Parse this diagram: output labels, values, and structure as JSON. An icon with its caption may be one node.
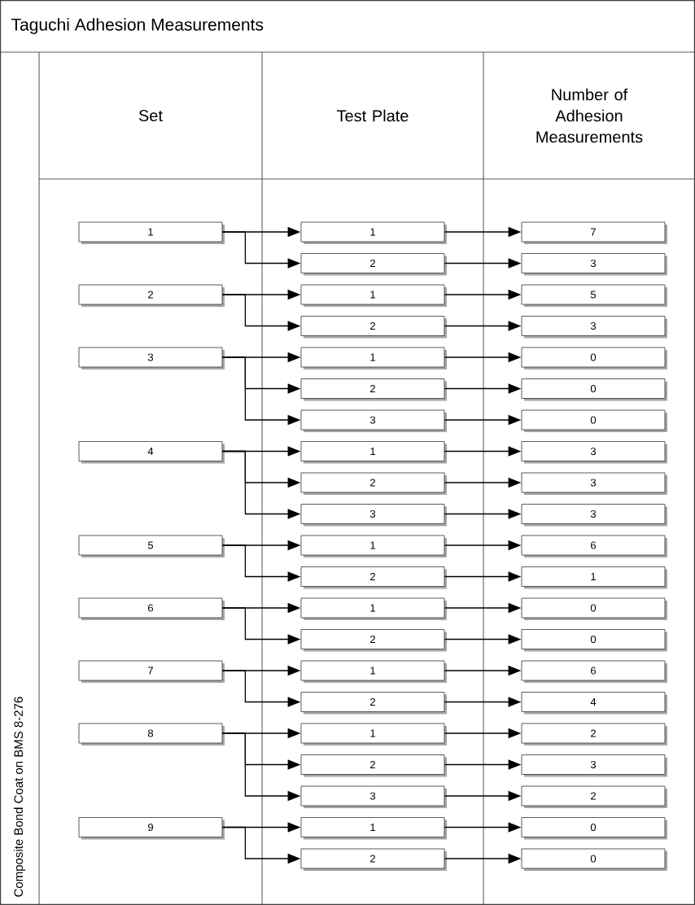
{
  "diagram": {
    "title": "Taguchi Adhesion Measurements",
    "nodes": [
      {
        "text": [
          "1"
        ]
      },
      {
        "text": [
          "2"
        ]
      },
      {
        "text": [
          "3"
        ]
      },
      {
        "text": [
          "4"
        ]
      },
      {
        "text": [
          "5"
        ]
      },
      {
        "text": [
          "6"
        ]
      },
      {
        "text": [
          "7"
        ]
      },
      {
        "text": [
          "8"
        ]
      },
      {
        "text": [
          "9"
        ]
      },
      {
        "text": [
          "1"
        ]
      },
      {
        "text": [
          "2"
        ]
      },
      {
        "text": [
          "1"
        ]
      },
      {
        "text": [
          "2"
        ]
      },
      {
        "text": [
          "1"
        ]
      },
      {
        "text": [
          "2"
        ]
      },
      {
        "text": [
          "3"
        ]
      },
      {
        "text": [
          "1"
        ]
      },
      {
        "text": [
          "2"
        ]
      },
      {
        "text": [
          "3"
        ]
      },
      {
        "text": [
          "1"
        ]
      },
      {
        "text": [
          "2"
        ]
      },
      {
        "text": [
          "1"
        ]
      },
      {
        "text": [
          "2"
        ]
      },
      {
        "text": [
          "1"
        ]
      },
      {
        "text": [
          "2"
        ]
      },
      {
        "text": [
          "1"
        ]
      },
      {
        "text": [
          "2"
        ]
      },
      {
        "text": [
          "3"
        ]
      },
      {
        "text": [
          "1"
        ]
      },
      {
        "text": [
          "2"
        ]
      },
      {
        "text": [
          "7"
        ]
      },
      {
        "text": [
          "3"
        ]
      },
      {
        "text": [
          "5"
        ]
      },
      {
        "text": [
          "3"
        ]
      },
      {
        "text": [
          "0"
        ]
      },
      {
        "text": [
          "0"
        ]
      },
      {
        "text": [
          "0"
        ]
      },
      {
        "text": [
          "3"
        ]
      },
      {
        "text": [
          "3"
        ]
      },
      {
        "text": [
          "3"
        ]
      },
      {
        "text": [
          "6"
        ]
      },
      {
        "text": [
          "1"
        ]
      },
      {
        "text": [
          "0"
        ]
      },
      {
        "text": [
          "0"
        ]
      },
      {
        "text": [
          "6"
        ]
      },
      {
        "text": [
          "4"
        ]
      },
      {
        "text": [
          "2"
        ]
      },
      {
        "text": [
          "3"
        ]
      },
      {
        "text": [
          "2"
        ]
      },
      {
        "text": [
          "0"
        ]
      },
      {
        "text": [
          "0"
        ]
      }
    ],
    "edges": [
      {
        "from": 0,
        "to": 9,
        "arrow": "to"
      },
      {
        "from": 0,
        "to": 10,
        "arrow": "to"
      },
      {
        "from": 1,
        "to": 11,
        "arrow": "to"
      },
      {
        "from": 1,
        "to": 12,
        "arrow": "to"
      },
      {
        "from": 2,
        "to": 13,
        "arrow": "to"
      },
      {
        "from": 2,
        "to": 14,
        "arrow": "to"
      },
      {
        "from": 2,
        "to": 15,
        "arrow": "to"
      },
      {
        "from": 3,
        "to": 16,
        "arrow": "to"
      },
      {
        "from": 3,
        "to": 17,
        "arrow": "to"
      },
      {
        "from": 3,
        "to": 18,
        "arrow": "to"
      },
      {
        "from": 4,
        "to": 19,
        "arrow": "to"
      },
      {
        "from": 4,
        "to": 20,
        "arrow": "to"
      },
      {
        "from": 5,
        "to": 21,
        "arrow": "to"
      },
      {
        "from": 5,
        "to": 22,
        "arrow": "to"
      },
      {
        "from": 6,
        "to": 23,
        "arrow": "to"
      },
      {
        "from": 6,
        "to": 24,
        "arrow": "to"
      },
      {
        "from": 7,
        "to": 25,
        "arrow": "to"
      },
      {
        "from": 7,
        "to": 26,
        "arrow": "to"
      },
      {
        "from": 7,
        "to": 27,
        "arrow": "to"
      },
      {
        "from": 8,
        "to": 28,
        "arrow": "to"
      },
      {
        "from": 8,
        "to": 29,
        "arrow": "to"
      },
      {
        "from": 9,
        "to": 30,
        "arrow": "to"
      },
      {
        "from": 10,
        "to": 31,
        "arrow": "to"
      },
      {
        "from": 11,
        "to": 32,
        "arrow": "to"
      },
      {
        "from": 12,
        "to": 33,
        "arrow": "to"
      },
      {
        "from": 13,
        "to": 34,
        "arrow": "to"
      },
      {
        "from": 14,
        "to": 35,
        "arrow": "to"
      },
      {
        "from": 15,
        "to": 36,
        "arrow": "to"
      },
      {
        "from": 16,
        "to": 37,
        "arrow": "to"
      },
      {
        "from": 17,
        "to": 38,
        "arrow": "to"
      },
      {
        "from": 18,
        "to": 39,
        "arrow": "to"
      },
      {
        "from": 19,
        "to": 40,
        "arrow": "to"
      },
      {
        "from": 20,
        "to": 41,
        "arrow": "to"
      },
      {
        "from": 21,
        "to": 42,
        "arrow": "to"
      },
      {
        "from": 22,
        "to": 43,
        "arrow": "to"
      },
      {
        "from": 23,
        "to": 44,
        "arrow": "to"
      },
      {
        "from": 24,
        "to": 45,
        "arrow": "to"
      },
      {
        "from": 25,
        "to": 46,
        "arrow": "to"
      },
      {
        "from": 26,
        "to": 47,
        "arrow": "to"
      },
      {
        "from": 27,
        "to": 48,
        "arrow": "to"
      },
      {
        "from": 28,
        "to": 49,
        "arrow": "to"
      },
      {
        "from": 29,
        "to": 50,
        "arrow": "to"
      }
    ],
    "labels": [
      "Composite Bond Coat on BMS 8-276",
      "Set",
      "Test Plate",
      "Number of Adhesion Measurements"
    ]
  }
}
